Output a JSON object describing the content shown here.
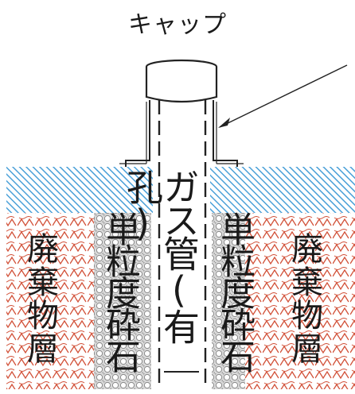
{
  "labels": {
    "cap": "キャップ",
    "waste_left": "廃棄物層",
    "waste_right": "廃棄物層",
    "gravel_left": "単粒度砕石",
    "gravel_right": "単粒度砕石",
    "pipe": "ガス管(有孔)"
  },
  "colors": {
    "cover_soil": "#4aa0d8",
    "waste_pattern": "#d2523a",
    "gravel": "#9a9a9a",
    "line": "#222222"
  }
}
